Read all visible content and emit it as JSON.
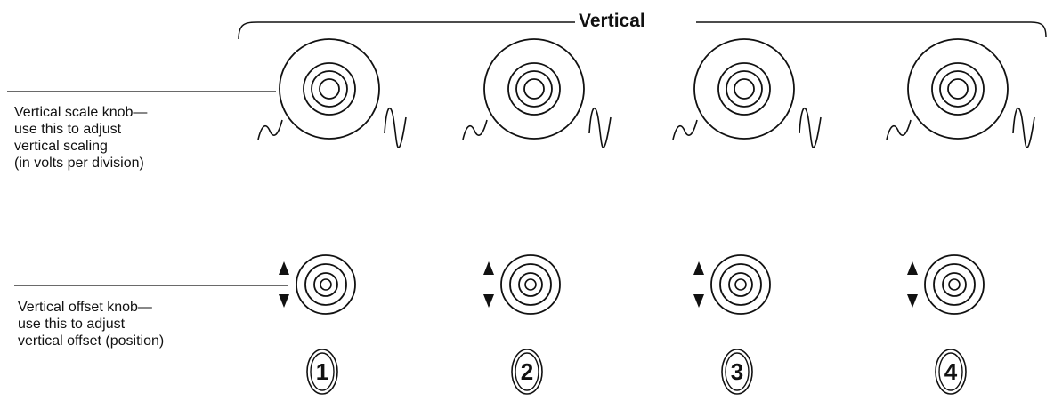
{
  "section_title": "Vertical",
  "scale_knob_note": {
    "lines": [
      "Vertical scale knob—",
      "use this to adjust",
      "vertical scaling",
      "(in volts per division)"
    ]
  },
  "offset_knob_note": {
    "lines": [
      "Vertical offset knob—",
      "use this to adjust",
      "vertical offset (position)"
    ]
  },
  "channels": [
    {
      "number": "1"
    },
    {
      "number": "2"
    },
    {
      "number": "3"
    },
    {
      "number": "4"
    }
  ],
  "icons": {
    "scale_small": "sine-wave-small-icon",
    "scale_large": "sine-wave-large-icon",
    "offset_up": "triangle-up-icon",
    "offset_down": "triangle-down-icon"
  },
  "colors": {
    "ink": "#111111",
    "background": "#ffffff"
  }
}
